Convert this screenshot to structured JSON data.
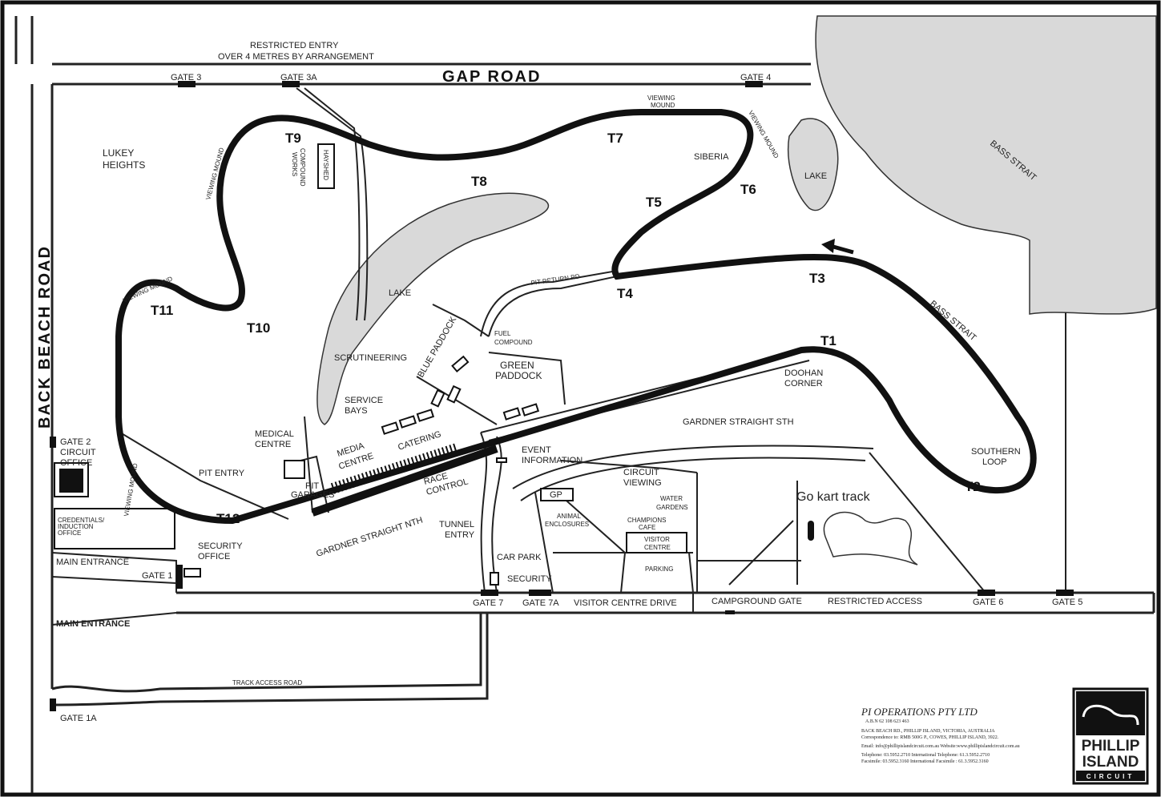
{
  "roads": {
    "gap_road": "GAP ROAD",
    "back_beach_road": "BACK BEACH ROAD",
    "restricted_entry": "RESTRICTED ENTRY",
    "restricted_entry_2": "OVER 4 METRES BY ARRANGEMENT",
    "pit_return_rd": "PIT RETURN RD",
    "visitor_centre_drive": "VISITOR CENTRE DRIVE",
    "track_access_road": "TRACK ACCESS ROAD",
    "restricted_access": "RESTRICTED ACCESS"
  },
  "gates": {
    "gate3": "GATE 3",
    "gate3a": "GATE 3A",
    "gate4": "GATE 4",
    "gate2": "GATE 2",
    "gate1": "GATE 1",
    "gate1a": "GATE 1A",
    "gate7": "GATE 7",
    "gate7a": "GATE 7A",
    "gate6": "GATE 6",
    "gate5": "GATE 5",
    "campground_gate": "CAMPGROUND GATE"
  },
  "turns": {
    "t1": "T1",
    "t2": "T2",
    "t3": "T3",
    "t4": "T4",
    "t5": "T5",
    "t6": "T6",
    "t7": "T7",
    "t8": "T8",
    "t9": "T9",
    "t10": "T10",
    "t11": "T11",
    "t12": "T12"
  },
  "places": {
    "lukey_heights_1": "LUKEY",
    "lukey_heights_2": "HEIGHTS",
    "viewing_mound": "VIEWING MOUND",
    "viewing_mound_a": "VIEWING",
    "viewing_mound_b": "MOUND",
    "works_compound_1": "WORKS",
    "works_compound_2": "COMPOUND",
    "hayshed": "HAYSHED",
    "siberia": "SIBERIA",
    "lake": "LAKE",
    "bass_strait": "BASS STRAIT",
    "scrutineering": "SCRUTINEERING",
    "blue_paddock": "BLUE PADDOCK",
    "fuel_compound_1": "FUEL",
    "fuel_compound_2": "COMPOUND",
    "green_paddock_1": "GREEN",
    "green_paddock_2": "PADDOCK",
    "service_bays_1": "SERVICE",
    "service_bays_2": "BAYS",
    "medical_centre_1": "MEDICAL",
    "medical_centre_2": "CENTRE",
    "media_centre_1": "MEDIA",
    "media_centre_2": "CENTRE",
    "catering": "CATERING",
    "pit_garages_1": "PIT",
    "pit_garages_2": "GARAGES",
    "race_control_1": "RACE",
    "race_control_2": "CONTROL",
    "event_information_1": "EVENT",
    "event_information_2": "INFORMATION",
    "doohan_corner_1": "DOOHAN",
    "doohan_corner_2": "CORNER",
    "gardner_straight_sth": "GARDNER STRAIGHT STH",
    "gardner_straight_nth": "GARDNER STRAIGHT NTH",
    "southern_loop_1": "SOUTHERN",
    "southern_loop_2": "LOOP",
    "circuit_office_1": "CIRCUIT",
    "circuit_office_2": "OFFICE",
    "credentials_1": "CREDENTIALS/",
    "credentials_2": "INDUCTION",
    "credentials_3": "OFFICE",
    "pit_entry": "PIT ENTRY",
    "security_office_1": "SECURITY",
    "security_office_2": "OFFICE",
    "main_entrance": "MAIN ENTRANCE",
    "tunnel_entry_1": "TUNNEL",
    "tunnel_entry_2": "ENTRY",
    "car_park": "CAR PARK",
    "security": "SECURITY",
    "gp": "GP",
    "animal_enclosures_1": "ANIMAL",
    "animal_enclosures_2": "ENCLOSURES",
    "circuit_viewing_1": "CIRCUIT",
    "circuit_viewing_2": "VIEWING",
    "water_gardens_1": "WATER",
    "water_gardens_2": "GARDENS",
    "champions_cafe_1": "CHAMPIONS",
    "champions_cafe_2": "CAFE",
    "visitor_centre_1": "VISITOR",
    "visitor_centre_2": "CENTRE",
    "parking": "PARKING",
    "go_kart_track": "Go kart track"
  },
  "company": {
    "name": "PI OPERATIONS PTY LTD",
    "abn": "A.B.N 62 108 623 463",
    "address": "BACK BEACH RD.,  PHILLIP ISLAND, VICTORIA, AUSTRALIA",
    "correspondence": "Correspondence to: RMB 500G P., COWES, PHILLIP ISLAND, 3922.",
    "email": "Email: info@phillipislandcircuit.com.au  Website:www.phillipislandcircuit.com.au",
    "telephone": "Telephone: 03.5952.2710  International Telephone: 61.3.5952.2710",
    "facsimile": "Facsimile:  03.5952.3160  International Facsimile : 61.3.5952.3160"
  },
  "logo": {
    "line1": "PHILLIP",
    "line2": "ISLAND",
    "line3": "CIRCUIT"
  },
  "colors": {
    "water": "#d9d9d9",
    "track": "#111111",
    "mound": "#cfcfcf"
  }
}
